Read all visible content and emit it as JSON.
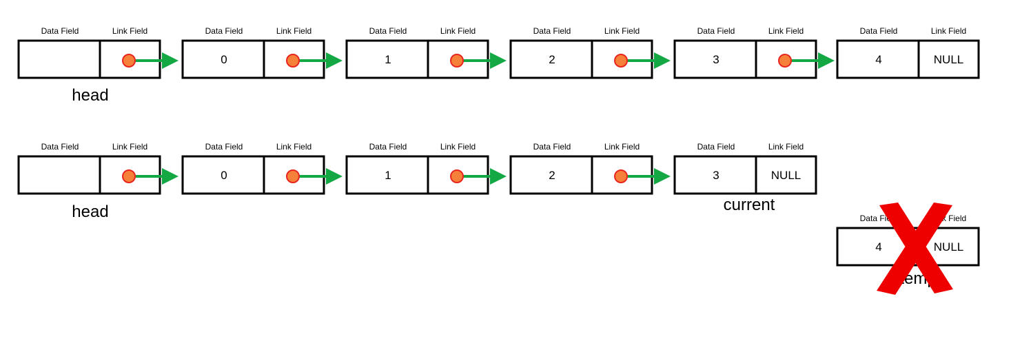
{
  "labels": {
    "data_field": "Data Field",
    "link_field": "Link Field",
    "null": "NULL"
  },
  "row1": {
    "nodes": [
      {
        "data": "",
        "link": "pointer"
      },
      {
        "data": "0",
        "link": "pointer"
      },
      {
        "data": "1",
        "link": "pointer"
      },
      {
        "data": "2",
        "link": "pointer"
      },
      {
        "data": "3",
        "link": "pointer"
      },
      {
        "data": "4",
        "link": "NULL"
      }
    ],
    "head_label": "head"
  },
  "row2": {
    "nodes": [
      {
        "data": "",
        "link": "pointer"
      },
      {
        "data": "0",
        "link": "pointer"
      },
      {
        "data": "1",
        "link": "pointer"
      },
      {
        "data": "2",
        "link": "pointer"
      },
      {
        "data": "3",
        "link": "NULL"
      }
    ],
    "head_label": "head",
    "current_label": "current"
  },
  "removed_node": {
    "data": "4",
    "link": "NULL",
    "label": "temp",
    "crossed_out": true
  },
  "colors": {
    "pointer_fill": "#f4803a",
    "pointer_stroke": "#e8251f",
    "arrow": "#14a844",
    "cross": "#ee0000",
    "box_stroke": "#000000"
  }
}
